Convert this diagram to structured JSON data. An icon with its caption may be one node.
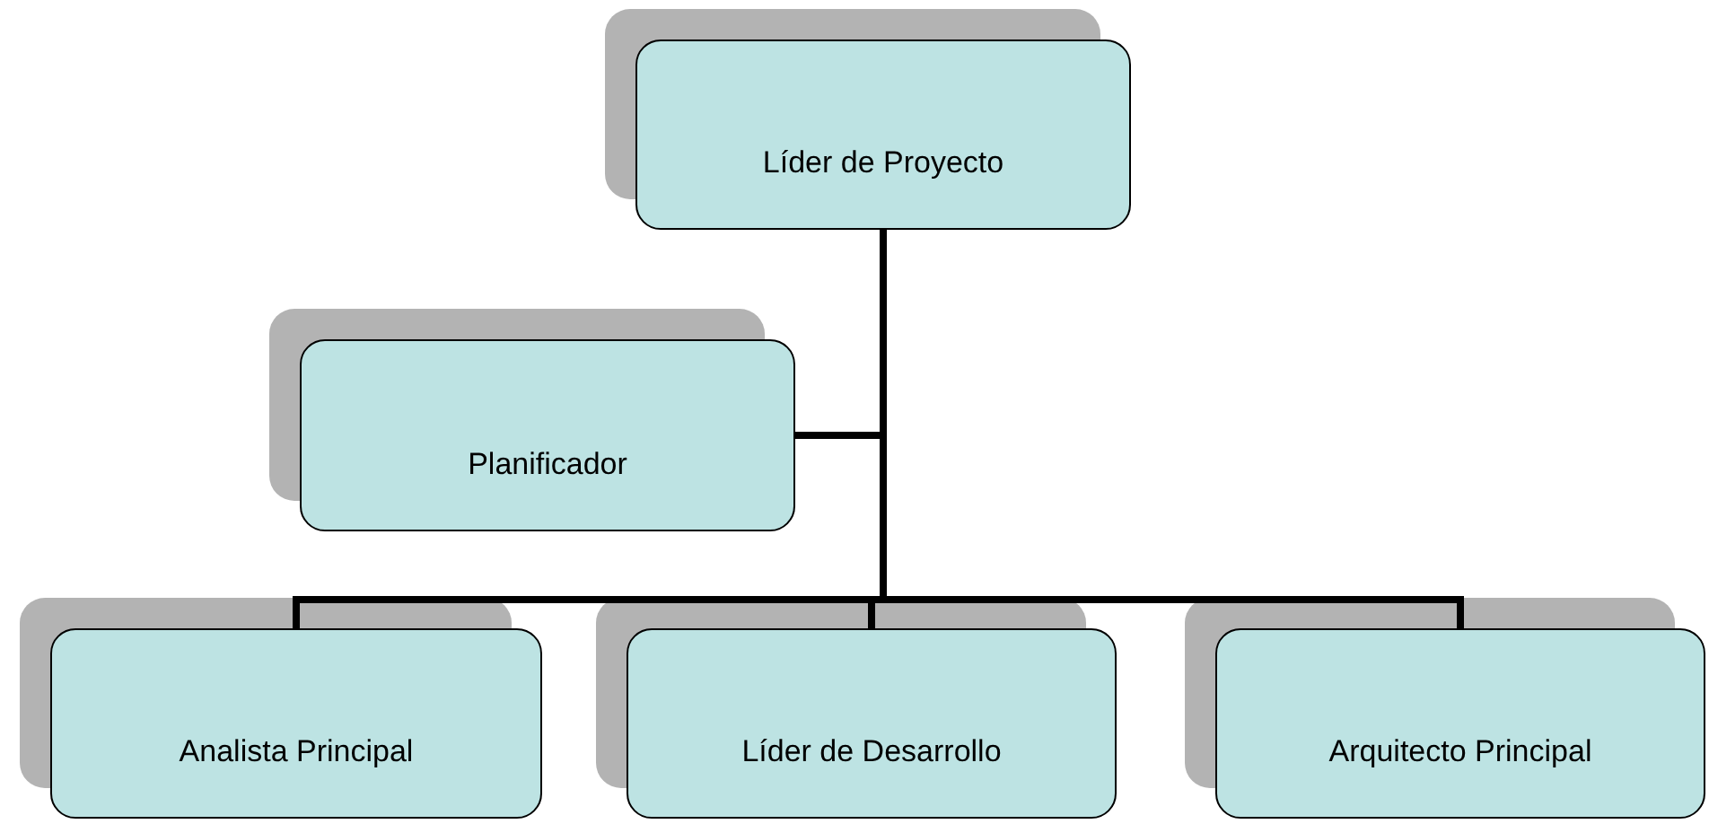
{
  "diagram": {
    "nodes": [
      {
        "text": [
          "Líder de Proyecto"
        ]
      },
      {
        "text": [
          "Planificador"
        ]
      },
      {
        "text": [
          "Analista Principal"
        ]
      },
      {
        "text": [
          "Líder de Desarrollo"
        ]
      },
      {
        "text": [
          "Arquitecto Principal"
        ]
      }
    ],
    "edges": [
      {
        "from": 0,
        "to": 1,
        "arrow": "none"
      },
      {
        "from": 0,
        "to": 2,
        "arrow": "none"
      },
      {
        "from": 0,
        "to": 3,
        "arrow": "none"
      },
      {
        "from": 0,
        "to": 4,
        "arrow": "none"
      }
    ]
  }
}
